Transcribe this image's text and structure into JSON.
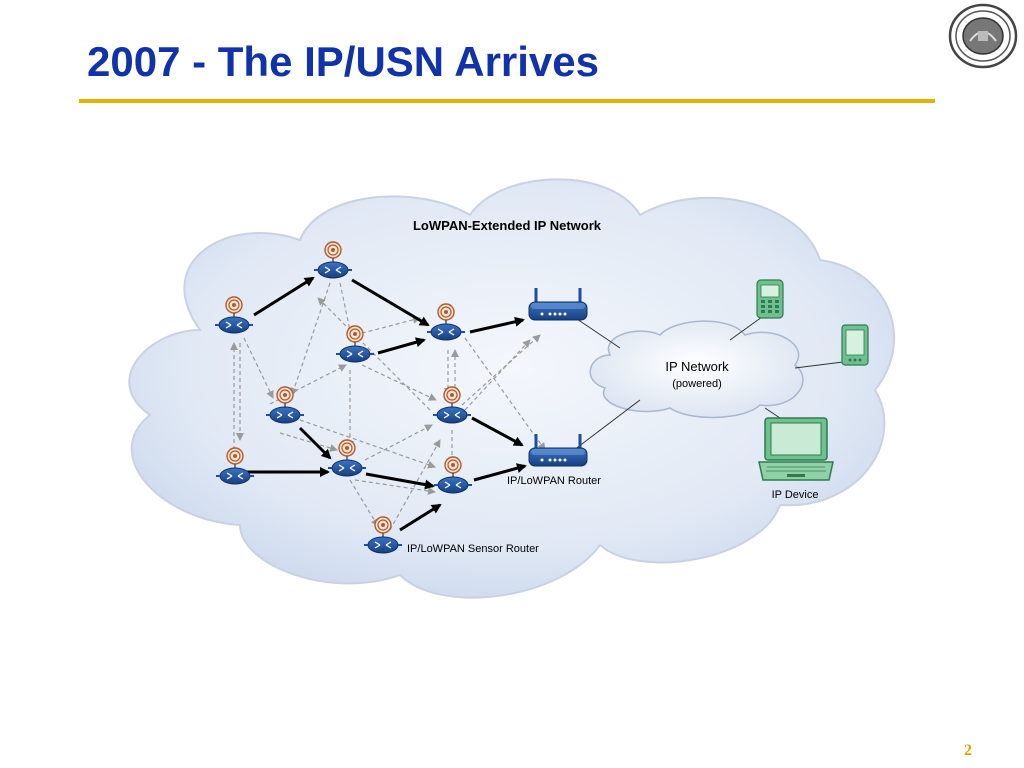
{
  "slide": {
    "title": "2007 - The IP/USN Arrives",
    "page_number": "2"
  },
  "diagram": {
    "cloud_label": "LoWPAN-Extended IP Network",
    "ip_network_label": "IP Network",
    "ip_network_sublabel": "(powered)",
    "router_label": "IP/LoWPAN Router",
    "sensor_router_label": "IP/LoWPAN Sensor Router",
    "device_label": "IP Device"
  },
  "colors": {
    "title": "#1133aa",
    "rule": "#e2b400",
    "node_blue": "#1d4f9a",
    "antenna": "#b35a2a",
    "device_green": "#3aa16a",
    "cloud_fill": "#dde7f4"
  }
}
